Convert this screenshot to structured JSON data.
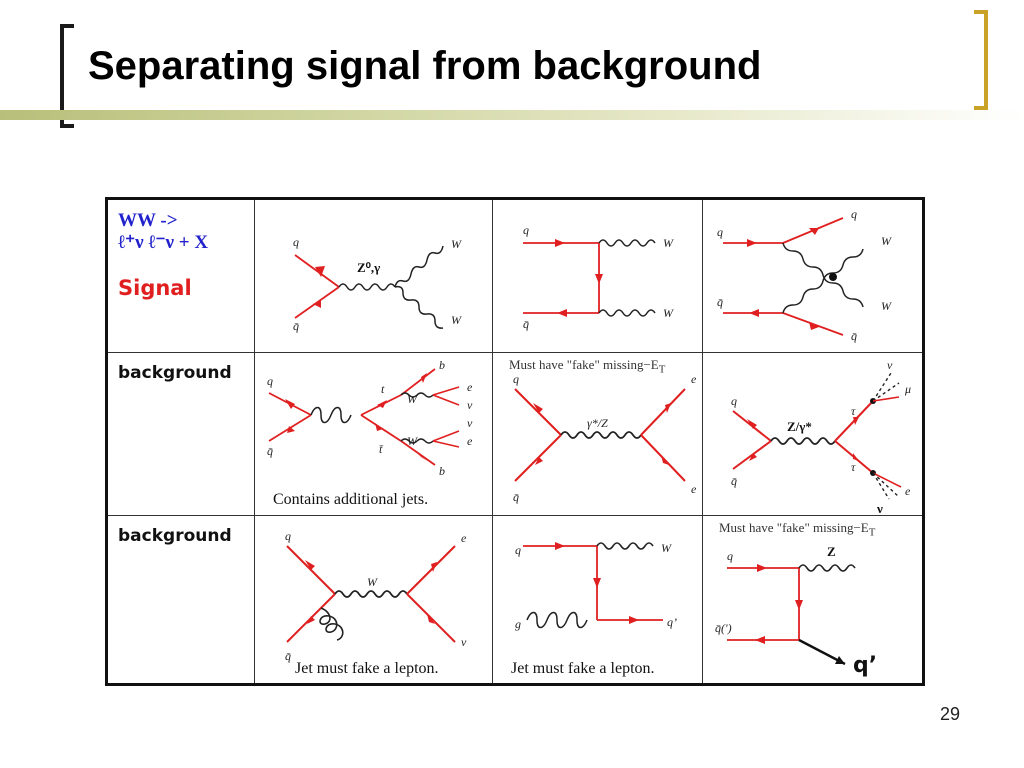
{
  "slide": {
    "title": "Separating signal from background",
    "page_number": "29"
  },
  "colors": {
    "fermion_line": "#e02020",
    "boson_line": "#222222",
    "signal_head": "#2222cc",
    "signal_word": "#e02020",
    "accent_bracket": "#c9a227"
  },
  "table": {
    "row1": {
      "head_line1": "WW ->",
      "head_line2": "ℓ⁺ν ℓ⁻ν + X",
      "signal_label": "Signal",
      "d1": {
        "q": "q",
        "qbar": "q̄",
        "boson": "Z⁰,γ",
        "w1": "W",
        "w2": "W"
      },
      "d2": {
        "q": "q",
        "qbar": "q̄",
        "w1": "W",
        "w2": "W"
      },
      "d3": {
        "q1": "q",
        "qbar1": "q̄",
        "q2": "q",
        "qbar2": "q̄",
        "w1": "W",
        "w2": "W"
      }
    },
    "row2": {
      "label": "background",
      "d1": {
        "q": "q",
        "qbar": "q̄",
        "t": "t",
        "tbar": "t̄",
        "b": "b",
        "bbar": "b",
        "w1": "W",
        "w2": "W",
        "e1": "e",
        "nu1": "ν",
        "nu2": "ν",
        "e2": "e",
        "caption": "Contains additional jets."
      },
      "d2": {
        "note": "Must have \"fake\" missing−E",
        "note_sub": "T",
        "q": "q",
        "qbar": "q̄",
        "boson": "γ*/Z",
        "e1": "e",
        "e2": "e"
      },
      "d3": {
        "q": "q",
        "qbar": "q̄",
        "boson": "Z/γ*",
        "tau1": "τ",
        "tau2": "τ",
        "nu_top": "ν",
        "mu": "μ",
        "e": "e",
        "nu_bottom": "ν"
      }
    },
    "row3": {
      "label": "background",
      "d1": {
        "q": "q",
        "qbar": "q̄",
        "boson": "W",
        "e": "e",
        "nu": "ν",
        "caption": "Jet must fake a lepton."
      },
      "d2": {
        "q": "q",
        "g": "g",
        "w": "W",
        "qprime": "q’",
        "caption": "Jet must fake a lepton."
      },
      "d3": {
        "note": "Must have \"fake\" missing−E",
        "note_sub": "T",
        "q": "q",
        "qbar": "q̄(')",
        "z": "Z",
        "qprime": "q’"
      }
    }
  }
}
